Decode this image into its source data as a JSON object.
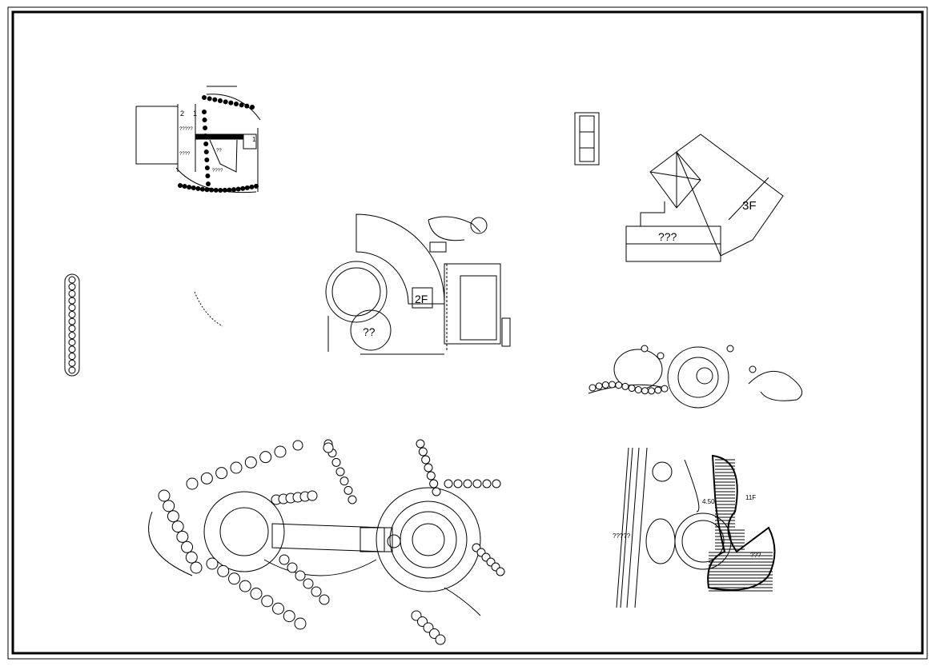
{
  "drawing": {
    "plan_a": {
      "labels": [
        "2",
        "1",
        "1",
        "?????",
        "????",
        "??",
        "????"
      ]
    },
    "building_3f": {
      "floor": "3F",
      "name": "???"
    },
    "pavilion_2f": {
      "floor": "2F",
      "name": "??"
    },
    "plan_c": {
      "road_label": "?????",
      "elevation": "4.50",
      "floor": "11F",
      "area": "???"
    }
  }
}
